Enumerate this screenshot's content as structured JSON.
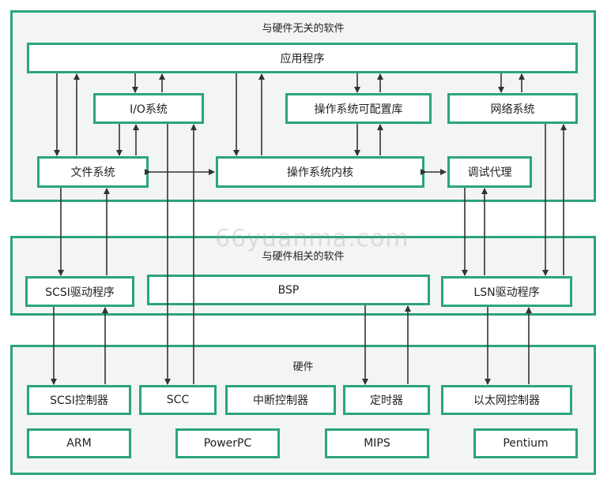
{
  "layers": {
    "software": "与硬件无关的软件",
    "hw_related": "与硬件相关的软件",
    "hardware": "硬件"
  },
  "boxes": {
    "app": "应用程序",
    "io": "I/O系统",
    "os_lib": "操作系统可配置库",
    "net": "网络系统",
    "fs": "文件系统",
    "kernel": "操作系统内核",
    "debug": "调试代理",
    "scsi_drv": "SCSI驱动程序",
    "bsp": "BSP",
    "lsn_drv": "LSN驱动程序",
    "scsi_ctrl": "SCSI控制器",
    "scc": "SCC",
    "int_ctrl": "中断控制器",
    "timer": "定时器",
    "eth_ctrl": "以太网控制器",
    "arm": "ARM",
    "ppc": "PowerPC",
    "mips": "MIPS",
    "pentium": "Pentium"
  },
  "watermark": "66yuanma.com",
  "colors": {
    "border": "#2ba57a",
    "layer_bg": "#f3f5f4",
    "arrow": "#333333"
  }
}
